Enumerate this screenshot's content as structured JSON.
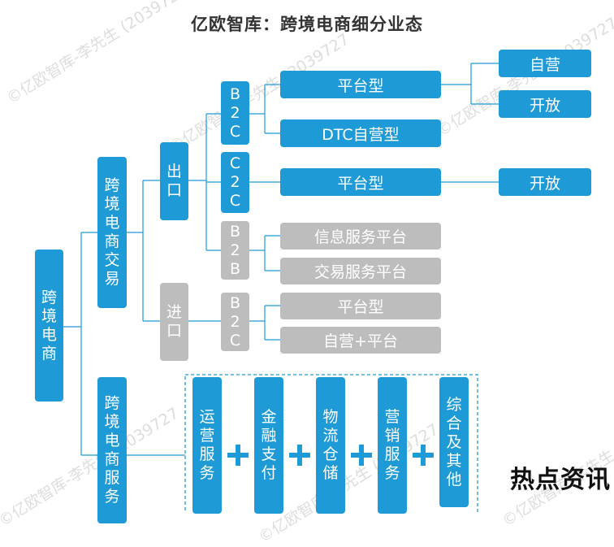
{
  "title": "亿欧智库：跨境电商细分业态",
  "watermark": "©亿欧智库-李先生 (2039727",
  "stamp": "热点资讯",
  "root": "跨境电商",
  "trade": "跨境电商交易",
  "export": "出口",
  "import": "进口",
  "b2c": "B2C",
  "c2c": "C2C",
  "b2b": "B2B",
  "import_b2c": "B2C",
  "platform1": "平台型",
  "dtc": "DTC自营型",
  "platform2": "平台型",
  "info_platform": "信息服务平台",
  "trade_platform": "交易服务平台",
  "import_platform": "平台型",
  "self_platform": "自营+平台",
  "self_op": "自营",
  "open1": "开放",
  "open2": "开放",
  "service": "跨境电商服务",
  "services": [
    "运营服务",
    "金融支付",
    "物流仓储",
    "营销服务",
    "综合及其他"
  ],
  "colors": {
    "blue": "#1e9bd7",
    "gray": "#bdbdbd"
  }
}
